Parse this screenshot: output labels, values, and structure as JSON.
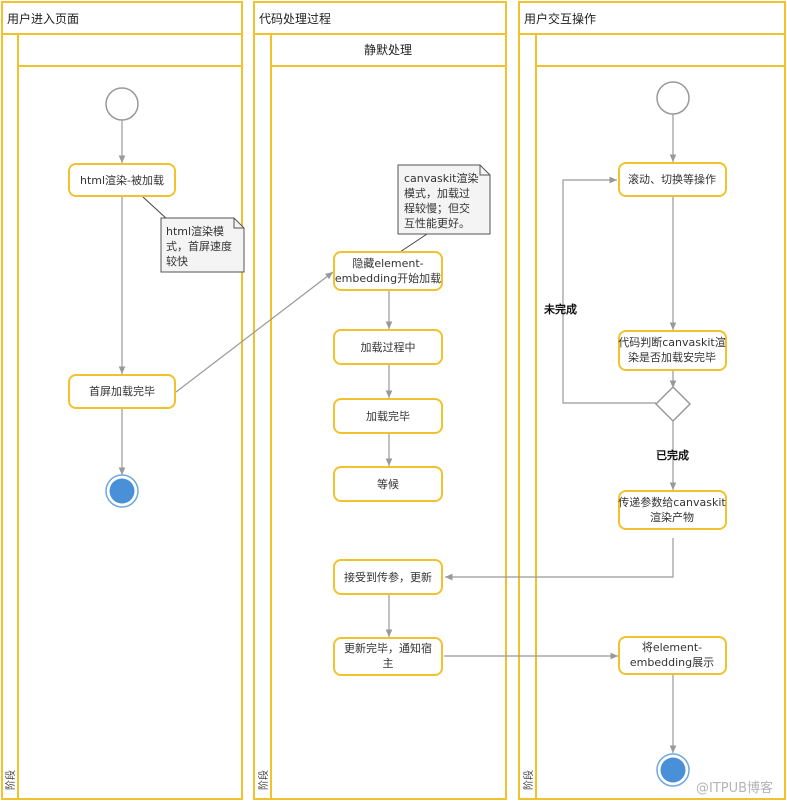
{
  "lanes": {
    "user_entry": {
      "title": "用户进入页面",
      "stage": "阶段"
    },
    "code_process": {
      "title": "代码处理过程",
      "subtitle": "静默处理",
      "stage": "阶段"
    },
    "user_interaction": {
      "title": "用户交互操作",
      "stage": "阶段"
    }
  },
  "nodes": {
    "html_render": "html渲染-被加载",
    "first_screen_done": "首屏加载完毕",
    "hide_embed": [
      "隐藏element-",
      "embedding开始加载"
    ],
    "loading": "加载过程中",
    "loaded": "加载完毕",
    "wait": "等候",
    "receive_params": "接受到传参，更新",
    "update_done": [
      "更新完毕，通知宿",
      "主"
    ],
    "scroll_switch": "滚动、切换等操作",
    "check_render": [
      "代码判断canvaskit渲",
      "染是否加载安完毕"
    ],
    "pass_params": [
      "传递参数给canvaskit",
      "渲染产物"
    ],
    "show_embed": [
      "将element-",
      "embedding展示"
    ]
  },
  "notes": {
    "html_note": [
      "html渲染模",
      "式，首屏速度",
      "较快"
    ],
    "canvaskit_note": [
      "canvaskit渲染",
      "模式，加载过",
      "程较慢；但交",
      "互性能更好。"
    ]
  },
  "edge_labels": {
    "incomplete": "未完成",
    "complete": "已完成"
  },
  "watermark": "@ITPUB博客",
  "colors": {
    "lane_border": "#F2C12E",
    "node_border": "#F2C12E",
    "arrow": "#999999",
    "end_fill": "#4A90D9",
    "note_fill": "#F4F4F4"
  }
}
